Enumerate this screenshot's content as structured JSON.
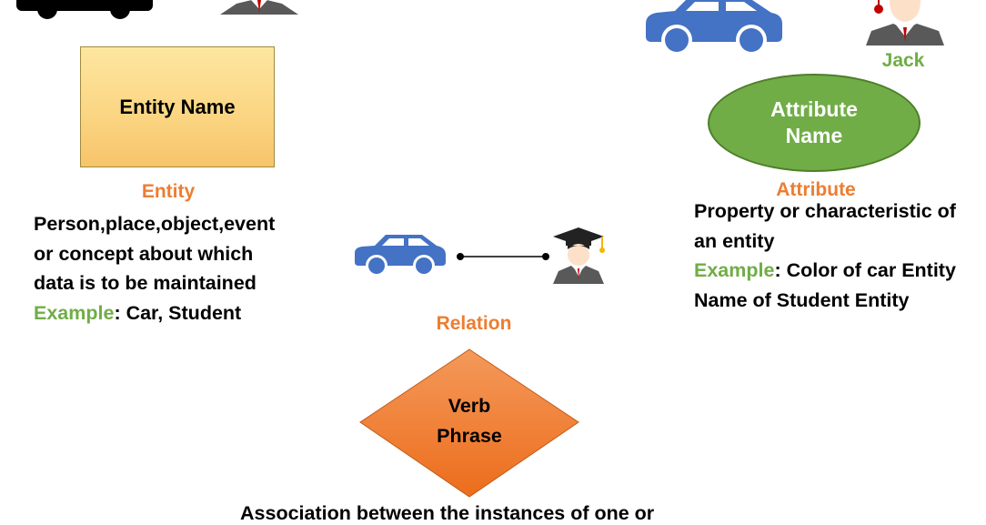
{
  "entity": {
    "box_label": "Entity Name",
    "heading": "Entity",
    "description_lines": [
      "Person,place,object,event",
      "or concept about which",
      "data is to be maintained"
    ],
    "example_label": "Example",
    "example_text": ": Car, Student"
  },
  "attribute": {
    "oval_label_line1": "Attribute",
    "oval_label_line2": "Name",
    "heading": "Attribute",
    "owner_label": "Jack",
    "description_lines": [
      "Property or characteristic of",
      "an entity"
    ],
    "example_label": "Example",
    "example_text": ": Color of car Entity",
    "example_line2": "Name of Student Entity"
  },
  "relation": {
    "heading": "Relation",
    "diamond_label_line1": "Verb",
    "diamond_label_line2": "Phrase",
    "description": "Association between the instances of one or"
  },
  "colors": {
    "heading_orange": "#ed7d31",
    "example_green": "#70ad47",
    "car_blue": "#4472c4",
    "entity_fill": "#fbd684",
    "attribute_fill": "#70ad47",
    "diamond_fill": "#f07c28"
  }
}
